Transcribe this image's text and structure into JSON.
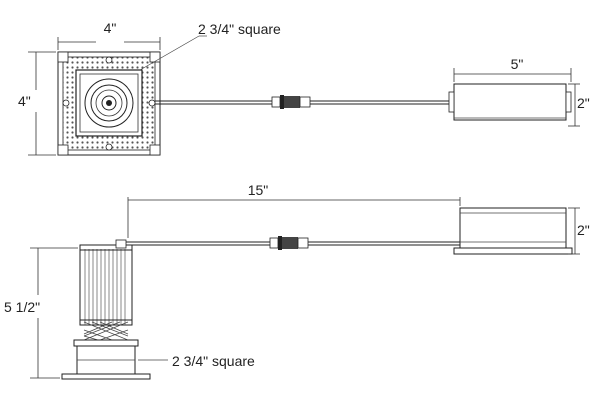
{
  "dimensions": {
    "top_width": "4\"",
    "top_height": "4\"",
    "trim_square_top": "2 3/4\" square",
    "driver_width": "5\"",
    "driver_height_top": "2\"",
    "cable_length": "15\"",
    "driver_height_side": "2\"",
    "fixture_height": "5 1/2\"",
    "trim_square_side": "2 3/4\" square"
  }
}
